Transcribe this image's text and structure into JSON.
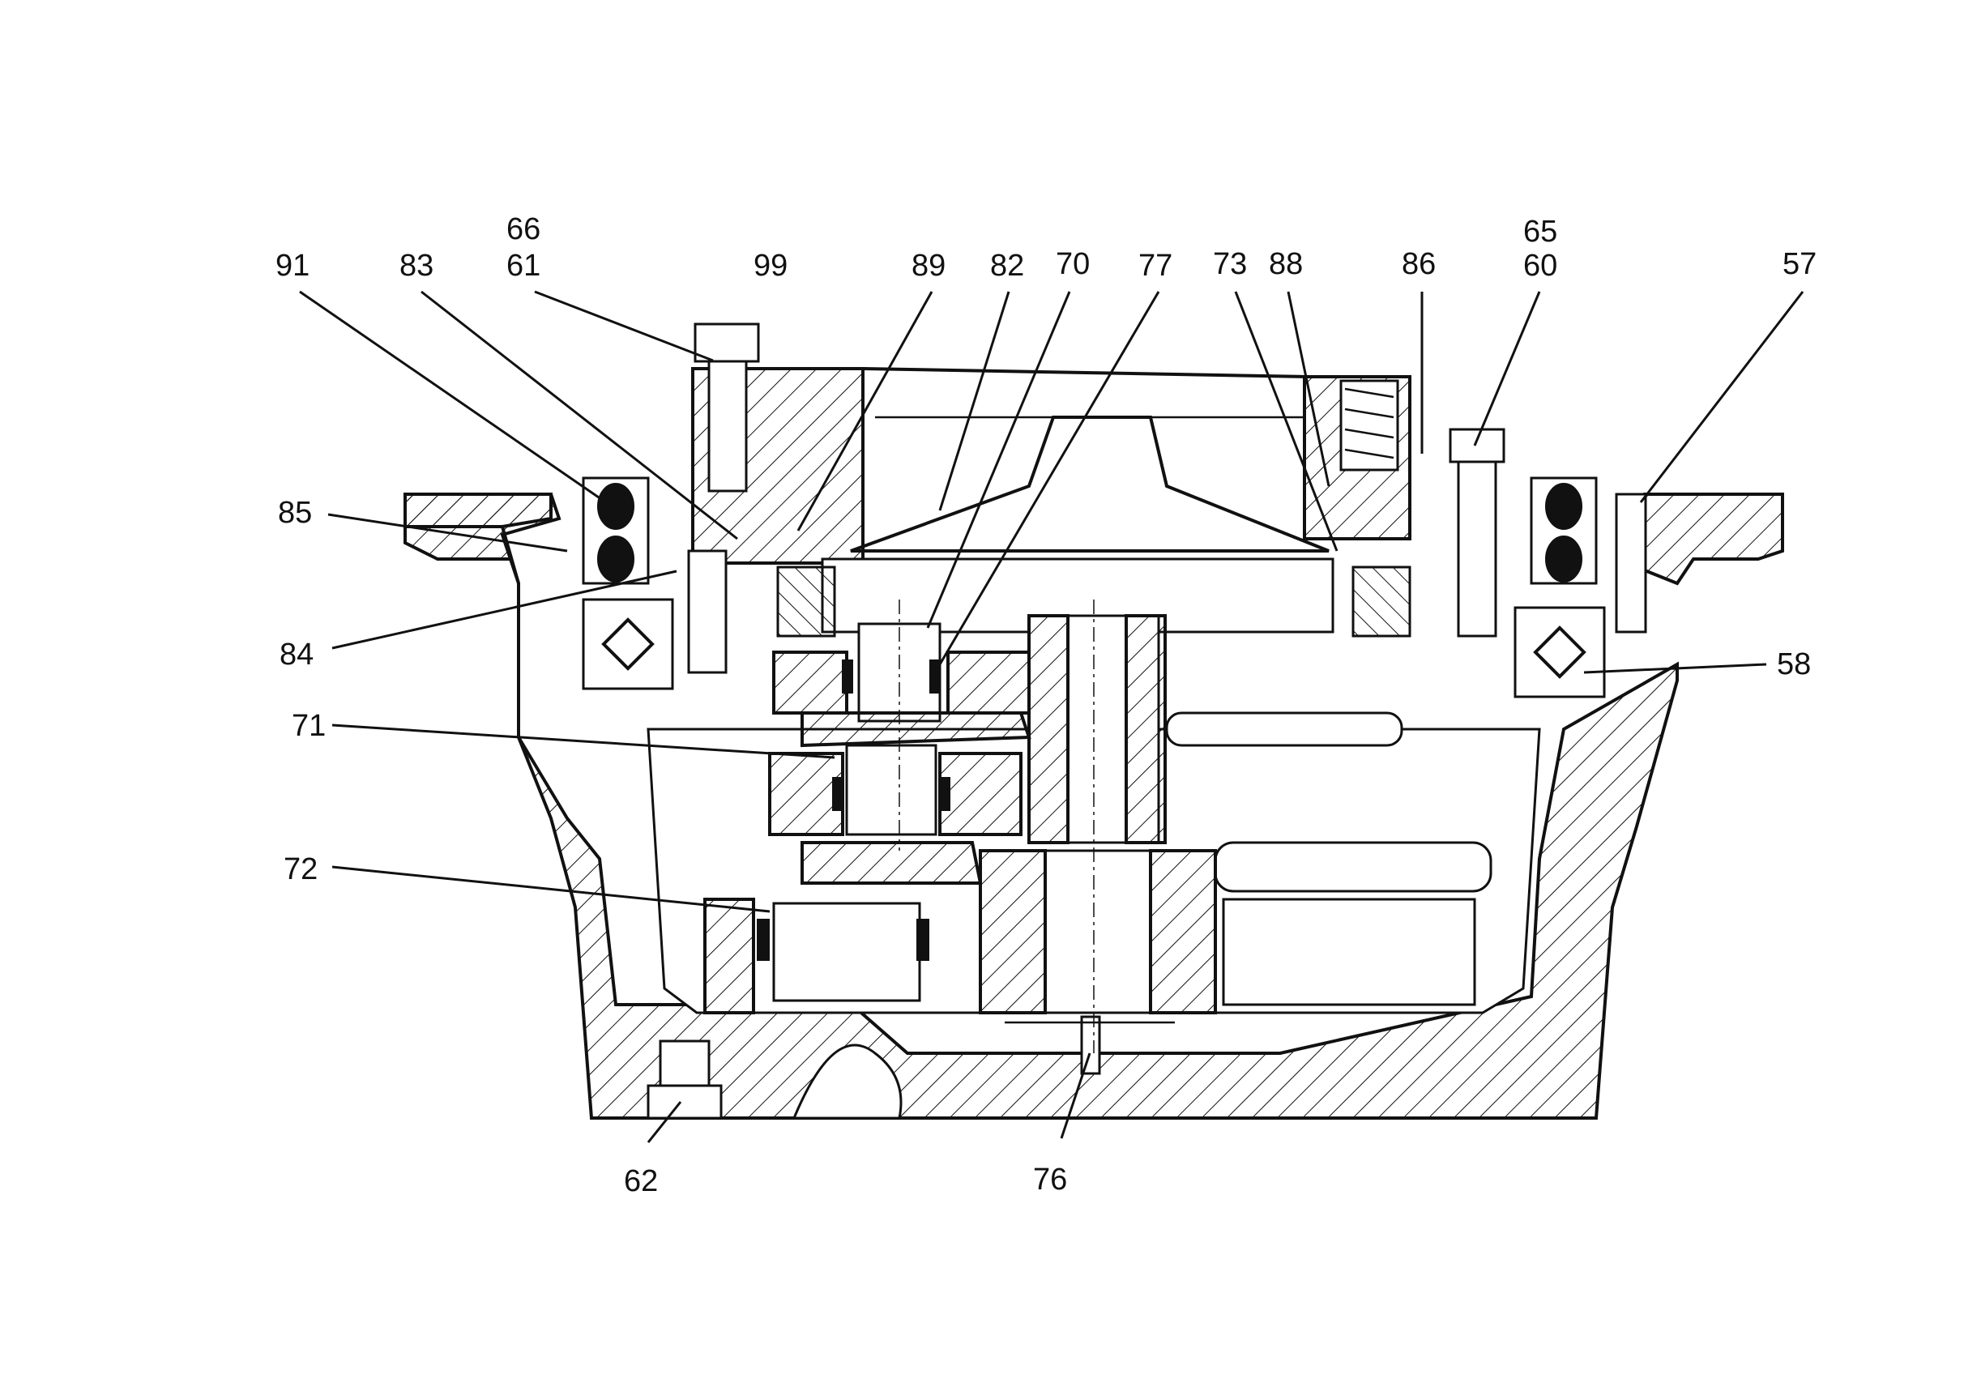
{
  "callouts": {
    "c66": "66",
    "c61": "61",
    "c65": "65",
    "c60": "60",
    "c91": "91",
    "c83": "83",
    "c99": "99",
    "c89": "89",
    "c82": "82",
    "c70": "70",
    "c77": "77",
    "c73": "73",
    "c88": "88",
    "c86": "86",
    "c57": "57",
    "c85": "85",
    "c84": "84",
    "c58": "58",
    "c71": "71",
    "c72": "72",
    "c62": "62",
    "c76": "76"
  },
  "colors": {
    "ink": "#111111",
    "paper": "#ffffff"
  }
}
